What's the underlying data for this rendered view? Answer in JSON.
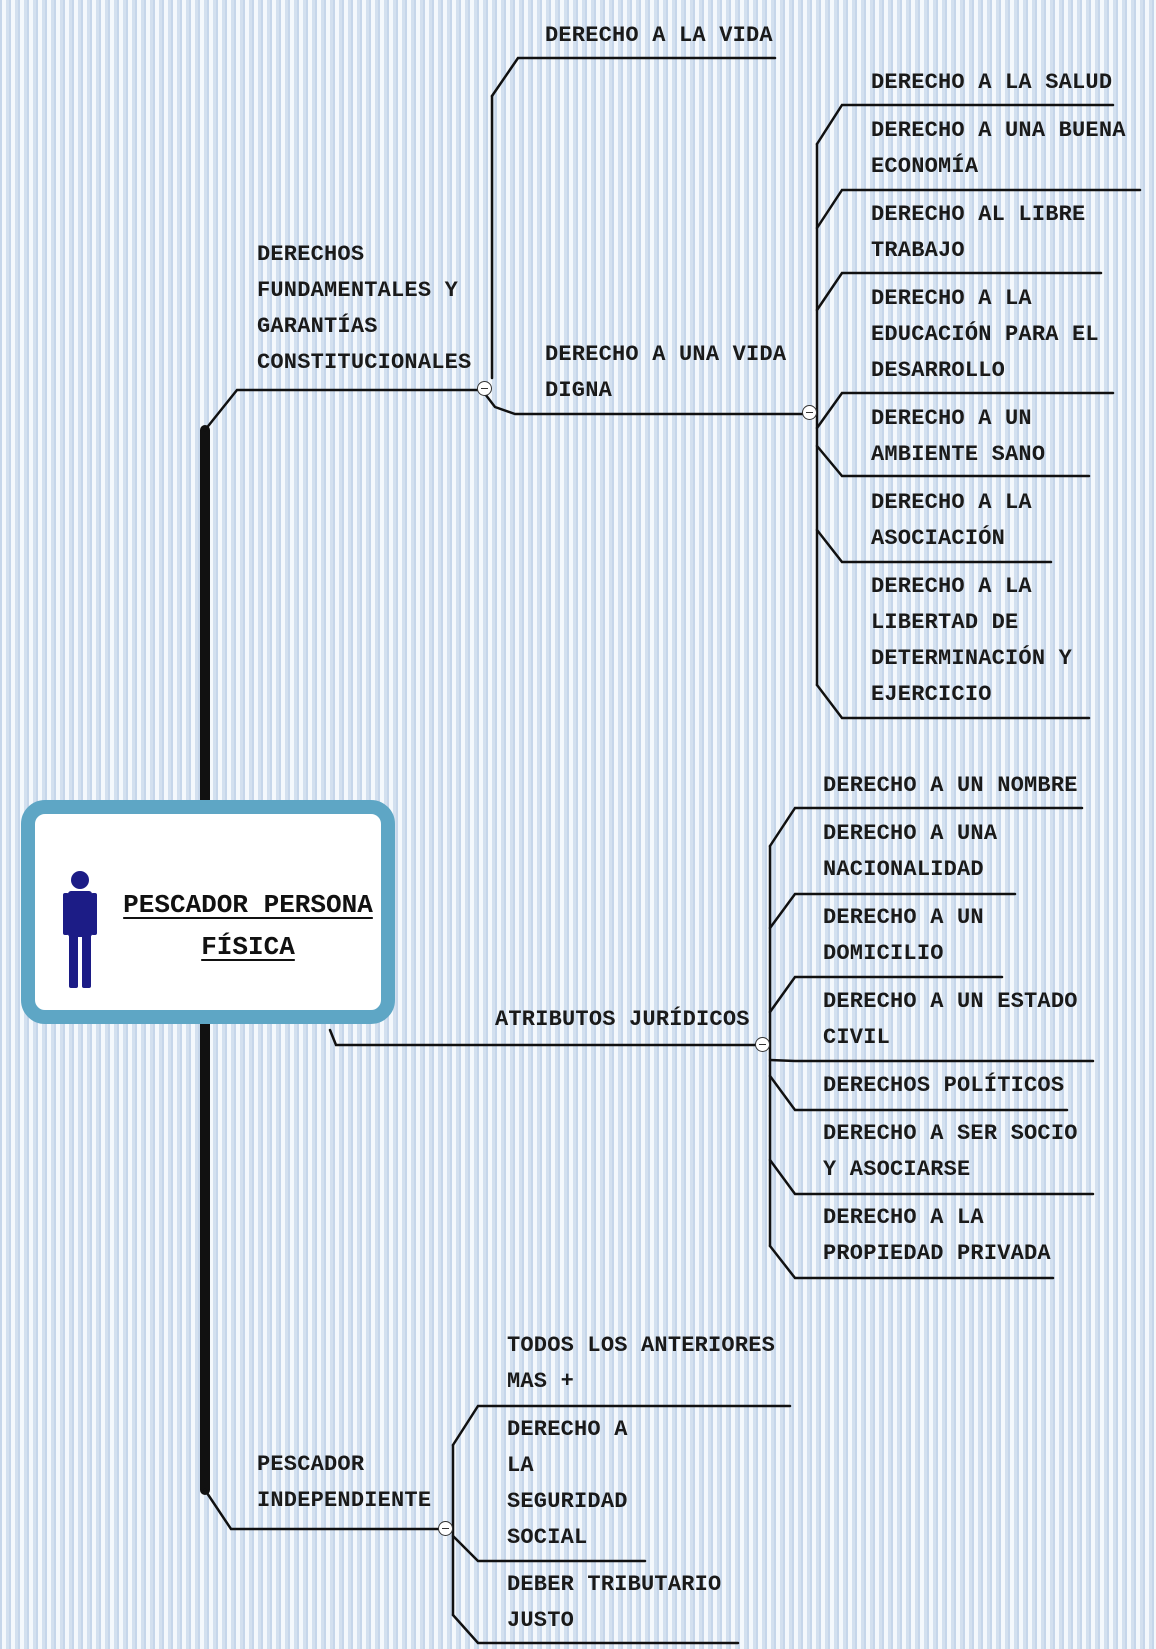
{
  "central_topic": {
    "title": "PESCADOR PERSONA FÍSICA",
    "icon": "person-icon",
    "icon_color": "#1c1c86",
    "frame_color": "#5ea6c5"
  },
  "branches": [
    {
      "label": "DERECHOS FUNDAMENTALES Y GARANTÍAS CONSTITUCIONALES",
      "children": [
        {
          "label": "DERECHO A LA VIDA"
        },
        {
          "label": "DERECHO A UNA VIDA DIGNA",
          "children": [
            "DERECHO A LA SALUD",
            "DERECHO A UNA BUENA ECONOMÍA",
            "DERECHO AL LIBRE TRABAJO",
            "DERECHO A LA EDUCACIÓN PARA EL DESARROLLO",
            "DERECHO A UN AMBIENTE SANO",
            "DERECHO A LA ASOCIACIÓN",
            "DERECHO A LA LIBERTAD DE DETERMINACIÓN Y EJERCICIO"
          ]
        }
      ]
    },
    {
      "label": "ATRIBUTOS JURÍDICOS",
      "children": [
        "DERECHO A UN NOMBRE",
        "DERECHO A UNA NACIONALIDAD",
        "DERECHO A UN DOMICILIO",
        "DERECHO A UN ESTADO CIVIL",
        "DERECHOS POLÍTICOS",
        "DERECHO A SER SOCIO Y ASOCIARSE",
        "DERECHO A LA PROPIEDAD PRIVADA"
      ]
    },
    {
      "label": "PESCADOR INDEPENDIENTE",
      "children": [
        "TODOS LOS ANTERIORES MAS +",
        "DERECHO A LA SEGURIDAD SOCIAL",
        "DEBER TRIBUTARIO JUSTO"
      ]
    }
  ]
}
